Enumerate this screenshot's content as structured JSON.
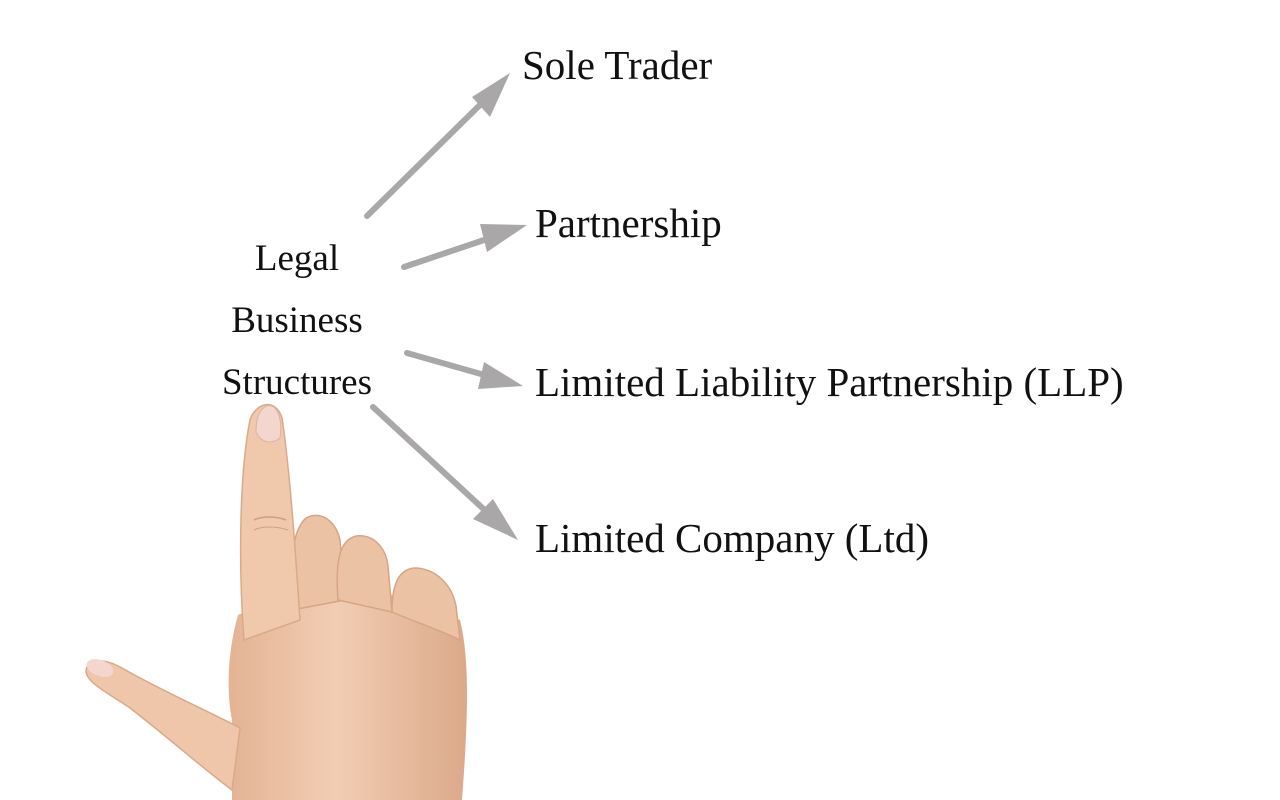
{
  "diagram": {
    "center": {
      "lines": [
        "Legal",
        "Business",
        "Structures"
      ]
    },
    "branches": [
      {
        "label": "Sole Trader"
      },
      {
        "label": "Partnership"
      },
      {
        "label": "Limited Liability Partnership (LLP)"
      },
      {
        "label": "Limited Company (Ltd)"
      }
    ],
    "colors": {
      "arrow": "#a9a7a8",
      "text": "#111111",
      "background": "#ffffff",
      "skin": "#f0c9ad",
      "skin_shadow": "#d9a98a",
      "nail": "#f3d7cf"
    },
    "icons": {
      "pointer": "pointing-hand-icon"
    }
  }
}
